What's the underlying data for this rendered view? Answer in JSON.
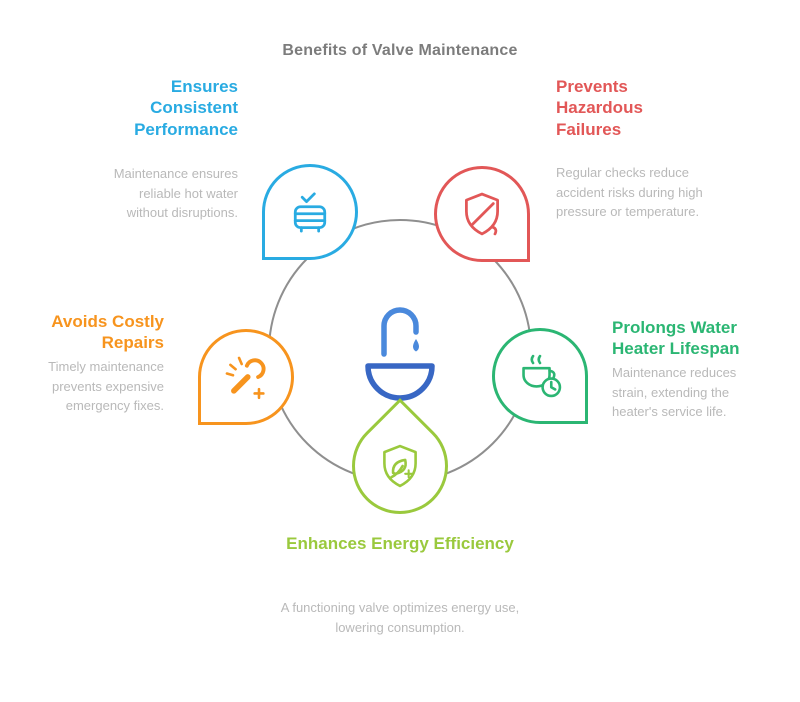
{
  "title": "Benefits of Valve Maintenance",
  "colors": {
    "title": "#7c7c7c",
    "ring": "#8f8f8f",
    "body_text": "#b9b9b9"
  },
  "center": {
    "icon": "faucet-droplet-sink-icon",
    "faucet_color": "#4a89dc",
    "bowl_color": "#3867c4"
  },
  "nodes": [
    {
      "id": "consistent-performance",
      "heading": "Ensures Consistent Performance",
      "body": "Maintenance ensures reliable hot water without disruptions.",
      "color": "#29abe2",
      "icon": "water-heater-check-icon"
    },
    {
      "id": "hazardous-failures",
      "heading": "Prevents Hazardous Failures",
      "body": "Regular checks reduce accident risks during high pressure or temperature.",
      "color": "#e25757",
      "icon": "shield-slash-icon"
    },
    {
      "id": "costly-repairs",
      "heading": "Avoids Costly Repairs",
      "body": "Timely maintenance prevents expensive emergency fixes.",
      "color": "#f7941e",
      "icon": "wrench-sparks-icon"
    },
    {
      "id": "heater-lifespan",
      "heading": "Prolongs Water Heater Lifespan",
      "body": "Maintenance reduces strain, extending the heater's service life.",
      "color": "#2bb673",
      "icon": "mug-clock-icon"
    },
    {
      "id": "energy-efficiency",
      "heading": "Enhances Energy Efficiency",
      "body": "A functioning valve optimizes energy use, lowering consumption.",
      "color": "#9ac93d",
      "icon": "leaf-shield-icon"
    }
  ]
}
